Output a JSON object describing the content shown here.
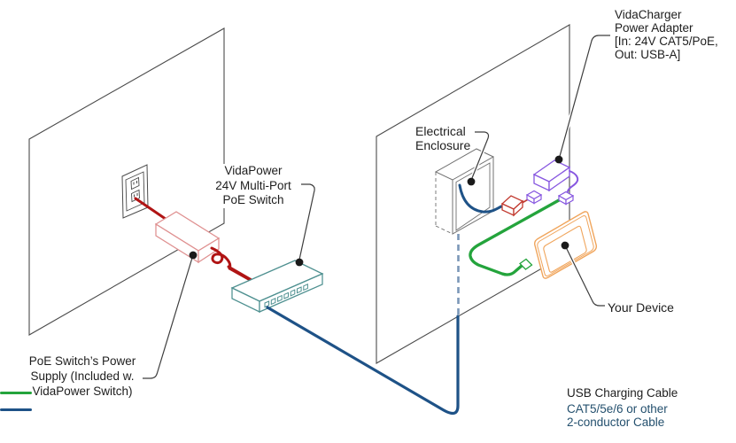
{
  "labels": {
    "adapter": {
      "l1": "VidaCharger",
      "l2": "Power Adapter",
      "l3": "[In: 24V CAT5/PoE,",
      "l4": "Out: USB-A]"
    },
    "enclosure": {
      "l1": "Electrical",
      "l2": "Enclosure"
    },
    "switch": {
      "l1": "VidaPower",
      "l2": "24V Multi-Port",
      "l3": "PoE Switch"
    },
    "power_supply": {
      "l1": "PoE Switch’s Power",
      "l2": "Supply (Included w.",
      "l3": "VidaPower Switch)"
    },
    "device": {
      "l1": "Your Device"
    }
  },
  "legend": {
    "usb": {
      "label": "USB Charging Cable"
    },
    "cat5": {
      "l1": "CAT5/5e/6 or other",
      "l2": "2-conductor Cable"
    }
  },
  "colors": {
    "cable-green": "#24a43c",
    "cable-blue": "#1e5287",
    "cable-blue-hidden": "#7b97b8",
    "cable-red": "#b01414",
    "psu-outline": "#df9090",
    "connector-red": "#c23a30",
    "adapter-purple": "#8757e0",
    "device-orange": "#f0a55c",
    "switch-teal": "#4e9090",
    "wall-gray": "#4b4b4b",
    "enclosure-gray": "#707070",
    "leader-gray": "#3d3d3d",
    "dot-black": "#1a1a1a",
    "text-dark": "#1d1d1d",
    "legend-cat5-text": "#24506e"
  }
}
